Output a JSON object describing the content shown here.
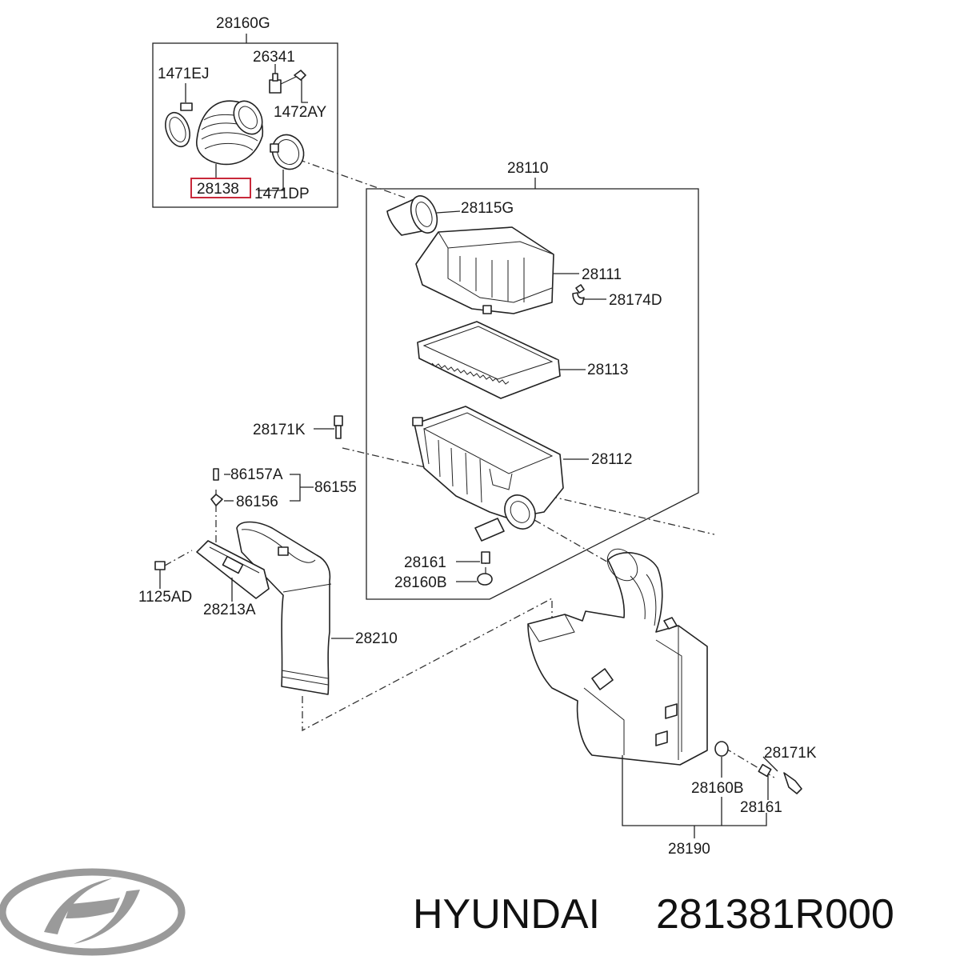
{
  "labels": {
    "l_28160G": "28160G",
    "l_26341": "26341",
    "l_1471EJ": "1471EJ",
    "l_1472AY": "1472AY",
    "l_28138": "28138",
    "l_1471DP": "1471DP",
    "l_28110": "28110",
    "l_28115G": "28115G",
    "l_28111": "28111",
    "l_28174D": "28174D",
    "l_28113": "28113",
    "l_28171K_a": "28171K",
    "l_28112": "28112",
    "l_86157A": "86157A",
    "l_86155": "86155",
    "l_86156": "86156",
    "l_28161_a": "28161",
    "l_28160B_a": "28160B",
    "l_1125AD": "1125AD",
    "l_28213A": "28213A",
    "l_28210": "28210",
    "l_28171K_b": "28171K",
    "l_28160B_b": "28160B",
    "l_28161_b": "28161",
    "l_28190": "28190"
  },
  "brand": "HYUNDAI",
  "part_number": "281381R000",
  "highlighted_part": "28138",
  "colors": {
    "line": "#222222",
    "highlight_box": "#c8283a",
    "logo": "#9a9a9a"
  }
}
